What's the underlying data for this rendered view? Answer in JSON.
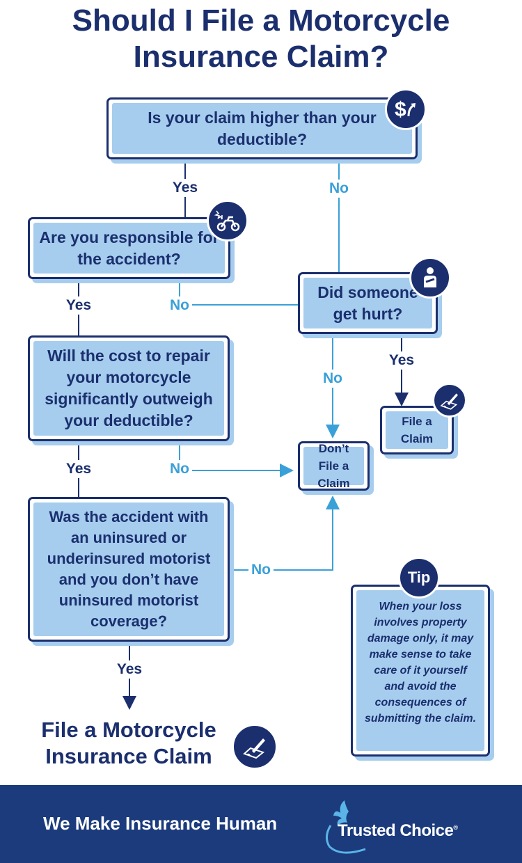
{
  "title": {
    "line1": "Should I File a Motorcycle",
    "line2": "Insurance Claim?"
  },
  "nodes": {
    "q1": "Is your claim higher than your deductible?",
    "q2": "Are you responsible for the accident?",
    "q3": "Did someone get hurt?",
    "q4": "Will the cost to repair your motorcycle significantly outweigh your deductible?",
    "q5": "Was the accident with an uninsured or underinsured motorist and you don’t have uninsured motorist coverage?",
    "dont_file": "Don’t File a Claim",
    "file_claim": "File a Claim"
  },
  "labels": {
    "yes": "Yes",
    "no": "No"
  },
  "final": {
    "line1": "File a Motorcycle",
    "line2": "Insurance Claim"
  },
  "tip": {
    "badge": "Tip",
    "text": "When your loss involves property damage only, it may make sense to take care of it yourself and avoid the consequences of submitting the claim."
  },
  "footer": {
    "tagline": "We Make Insurance Human",
    "brand": "Trusted Choice",
    "brand_mark": "®"
  },
  "icons": [
    "dollar-up-icon",
    "motorcycle-crash-icon",
    "injured-person-icon",
    "signature-pen-icon"
  ],
  "colors": {
    "navy": "#1b2f6e",
    "light_blue": "#a6cdee",
    "no_blue": "#3aa0d8",
    "footer": "#1b3b7c"
  }
}
